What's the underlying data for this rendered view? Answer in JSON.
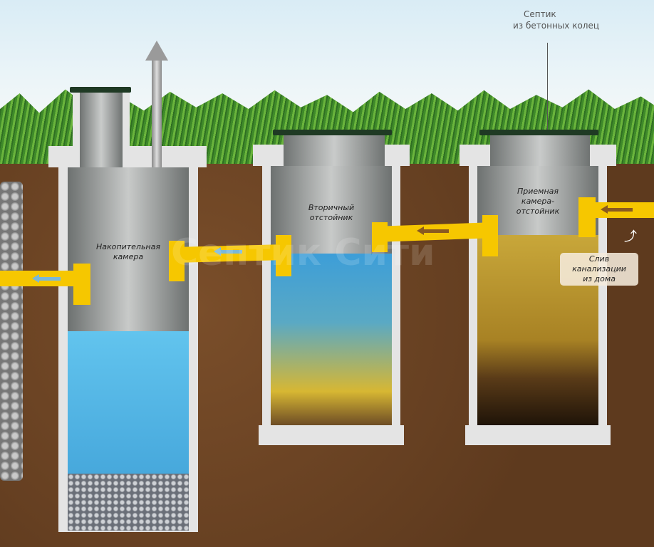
{
  "title": {
    "line1": "Септик",
    "line2": "из бетонных колец"
  },
  "tanks": [
    {
      "label": [
        "Накопительная",
        "камера"
      ]
    },
    {
      "label": [
        "Вторичный",
        "отстойник"
      ]
    },
    {
      "label": [
        "Приемная",
        "камера-",
        "отстойник"
      ]
    }
  ],
  "inlet_label": {
    "line1": "Слив канализации",
    "line2": "из дома"
  },
  "watermark": "Септик Сити",
  "colors": {
    "pipe": "#f6c700",
    "water": "#4aa8dc",
    "sludge": "#b48a2a",
    "soil": "#6b4426"
  }
}
